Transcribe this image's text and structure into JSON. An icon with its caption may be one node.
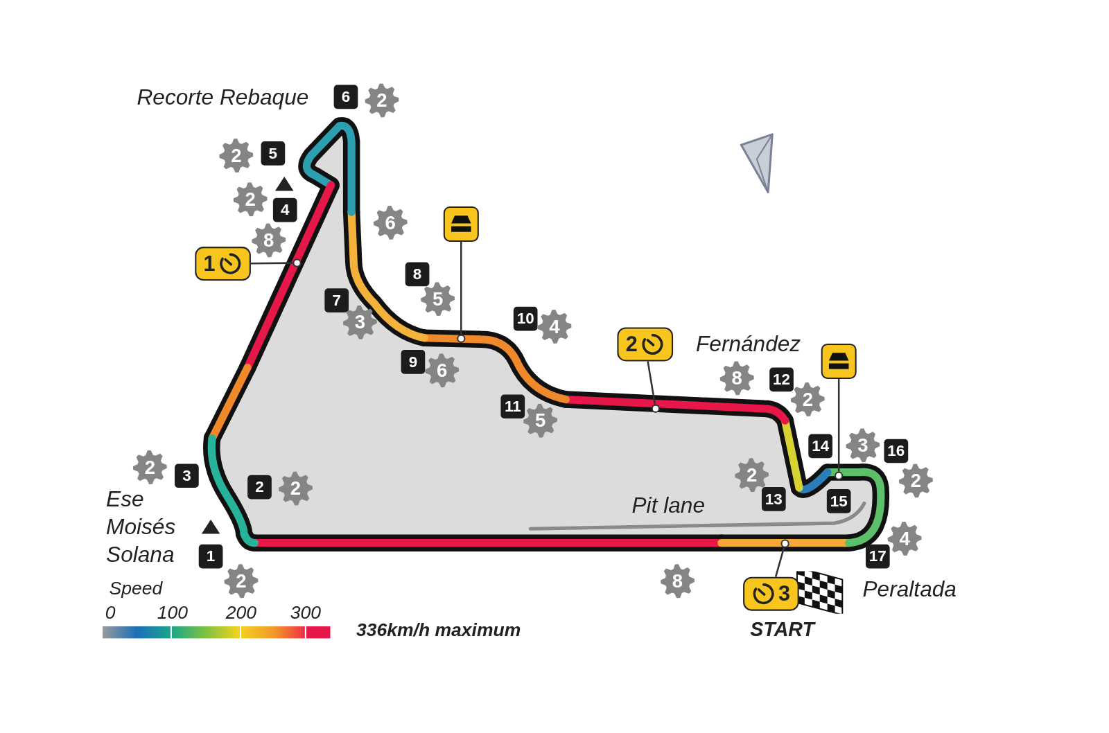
{
  "diagram": {
    "nodes": [
      {
        "text": [],
        "shape": "box"
      },
      {
        "text": [
          "1"
        ]
      },
      {
        "text": [],
        "shape": "circle"
      },
      {
        "text": [],
        "shape": "circle"
      },
      {
        "text": [
          "2"
        ]
      },
      {
        "text": [],
        "shape": "box"
      },
      {
        "text": [],
        "shape": "circle"
      },
      {
        "text": [],
        "shape": "circle"
      },
      {
        "text": [],
        "shape": "circle"
      },
      {
        "text": [
          "3"
        ],
        "beside": [
          "START"
        ]
      }
    ],
    "edges": [
      {
        "from": 1,
        "to": 2,
        "arrow": "none"
      },
      {
        "from": 0,
        "to": 3,
        "arrow": "none"
      },
      {
        "from": 4,
        "to": 7,
        "arrow": "none"
      },
      {
        "from": 5,
        "to": 6,
        "arrow": "none"
      },
      {
        "from": 9,
        "to": 8,
        "arrow": "none"
      }
    ],
    "labels": [
      "Recorte Rebaque",
      "6",
      "2",
      "2",
      "5",
      "2",
      "4",
      "6",
      "8",
      "7",
      "8",
      "5",
      "3",
      "10",
      "4",
      "Fernández",
      "9",
      "6",
      "8",
      "12",
      "2",
      "11",
      "5",
      "14",
      "3",
      "16",
      "2",
      "3",
      "2",
      "2",
      "2",
      "2",
      "13",
      "15",
      "Ese Moisés Solana",
      "Pit lane",
      "4",
      "1",
      "17",
      "Speed",
      "2",
      "8",
      "Peraltada",
      "0",
      "100",
      "200",
      "300",
      "336km/h maximum"
    ]
  }
}
